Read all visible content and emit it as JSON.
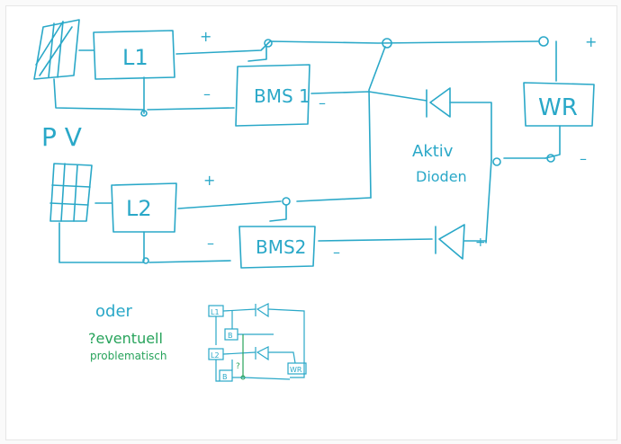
{
  "main_diagram": {
    "pv_label": "P V",
    "box_l1": "L1",
    "box_l2": "L2",
    "box_bms1": "BMS 1",
    "box_bms2": "BMS2",
    "box_wr": "WR",
    "aktiv_label": "Aktiv",
    "dioden_label": "Dioden",
    "plus": "+",
    "minus": "–"
  },
  "alternative": {
    "oder_label": "oder",
    "eventuell_label": "?eventuell",
    "problematisch_label": "problematisch",
    "box_l1": "L1",
    "box_l2": "L2",
    "box_b_top": "B",
    "box_b_bottom": "B",
    "box_wr": "WR",
    "question_mark": "?"
  },
  "colors": {
    "ink_blue": "#2aa8c8",
    "ink_green": "#27a35b",
    "paper": "#ffffff"
  }
}
